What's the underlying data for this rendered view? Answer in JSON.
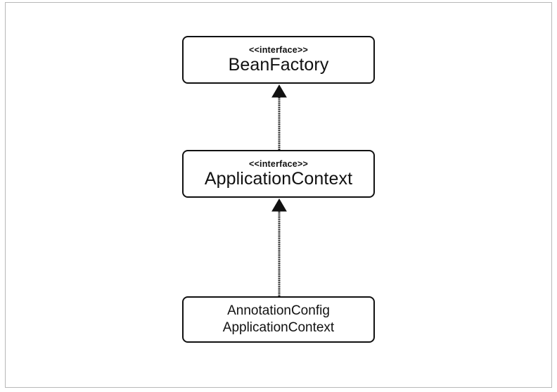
{
  "diagram": {
    "nodes": [
      {
        "id": "bean-factory",
        "stereotype": "<<interface>>",
        "title": "BeanFactory"
      },
      {
        "id": "application-context",
        "stereotype": "<<interface>>",
        "title": "ApplicationContext"
      },
      {
        "id": "annotation-config-application-context",
        "title_line1": "AnnotationConfig",
        "title_line2": "ApplicationContext"
      }
    ],
    "edges": [
      {
        "from": "application-context",
        "to": "bean-factory",
        "type": "inheritance"
      },
      {
        "from": "annotation-config-application-context",
        "to": "application-context",
        "type": "inheritance"
      }
    ]
  },
  "colors": {
    "stroke": "#111111",
    "frame": "#b8b8b8",
    "background": "#ffffff"
  }
}
